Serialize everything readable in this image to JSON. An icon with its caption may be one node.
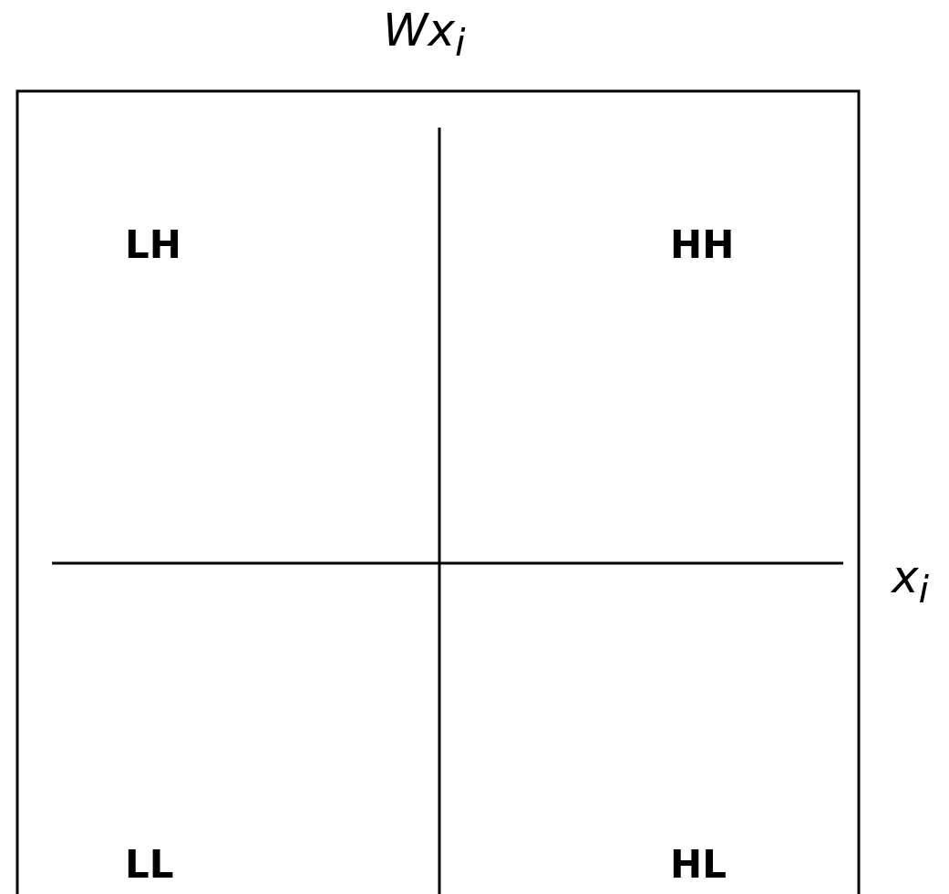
{
  "diagram": {
    "labels": [
      "Wx$_{i}$",
      "LH",
      "HH",
      "x$_{i}$",
      "LL",
      "HL"
    ]
  }
}
